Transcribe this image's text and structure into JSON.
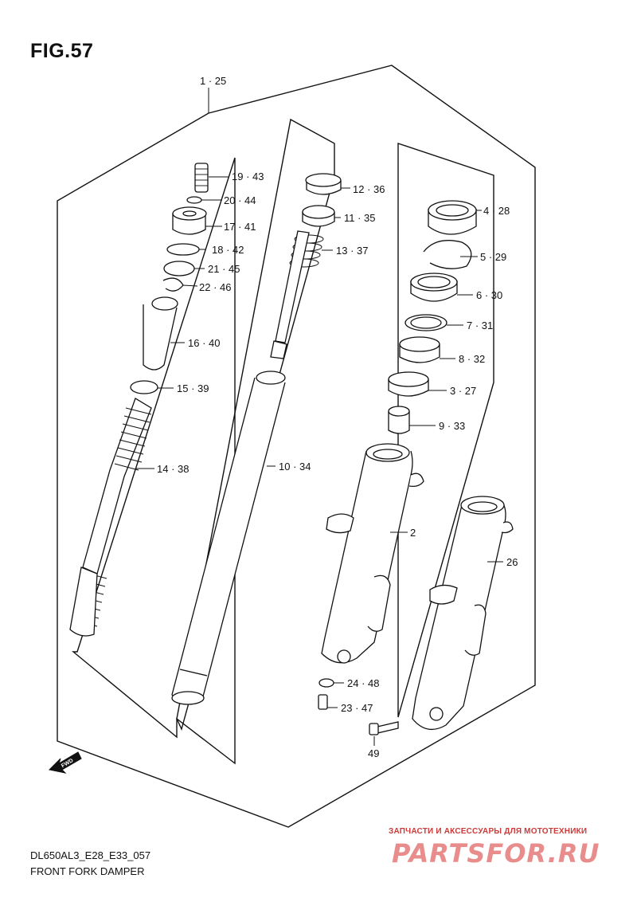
{
  "figure": {
    "title": "FIG.57",
    "model_code": "DL650AL3_E28_E33_057",
    "caption": "FRONT FORK DAMPER"
  },
  "parts": [
    {
      "key": "p1",
      "label": "1 · 25"
    },
    {
      "key": "p19",
      "label": "19 · 43"
    },
    {
      "key": "p20",
      "label": "20 · 44"
    },
    {
      "key": "p17",
      "label": "17 · 41"
    },
    {
      "key": "p18",
      "label": "18 · 42"
    },
    {
      "key": "p21",
      "label": "21 · 45"
    },
    {
      "key": "p22",
      "label": "22 · 46"
    },
    {
      "key": "p16",
      "label": "16 · 40"
    },
    {
      "key": "p15",
      "label": "15 · 39"
    },
    {
      "key": "p14",
      "label": "14 · 38"
    },
    {
      "key": "p12",
      "label": "12 · 36"
    },
    {
      "key": "p11",
      "label": "11 · 35"
    },
    {
      "key": "p13",
      "label": "13 · 37"
    },
    {
      "key": "p10",
      "label": "10 · 34"
    },
    {
      "key": "p4",
      "label": "4 · 28"
    },
    {
      "key": "p5",
      "label": "5 · 29"
    },
    {
      "key": "p6",
      "label": "6 · 30"
    },
    {
      "key": "p7",
      "label": "7 · 31"
    },
    {
      "key": "p8",
      "label": "8 · 32"
    },
    {
      "key": "p3",
      "label": "3 · 27"
    },
    {
      "key": "p9",
      "label": "9 · 33"
    },
    {
      "key": "p2",
      "label": "2"
    },
    {
      "key": "p26",
      "label": "26"
    },
    {
      "key": "p24",
      "label": "24 · 48"
    },
    {
      "key": "p23",
      "label": "23 · 47"
    },
    {
      "key": "p49",
      "label": "49"
    }
  ],
  "direction_arrow": {
    "label": "FWD"
  },
  "watermark": {
    "line": "ЗАПЧАСТИ И АКСЕССУАРЫ ДЛЯ МОТОТЕХНИКИ",
    "logo": "PARTSFOR.RU"
  }
}
